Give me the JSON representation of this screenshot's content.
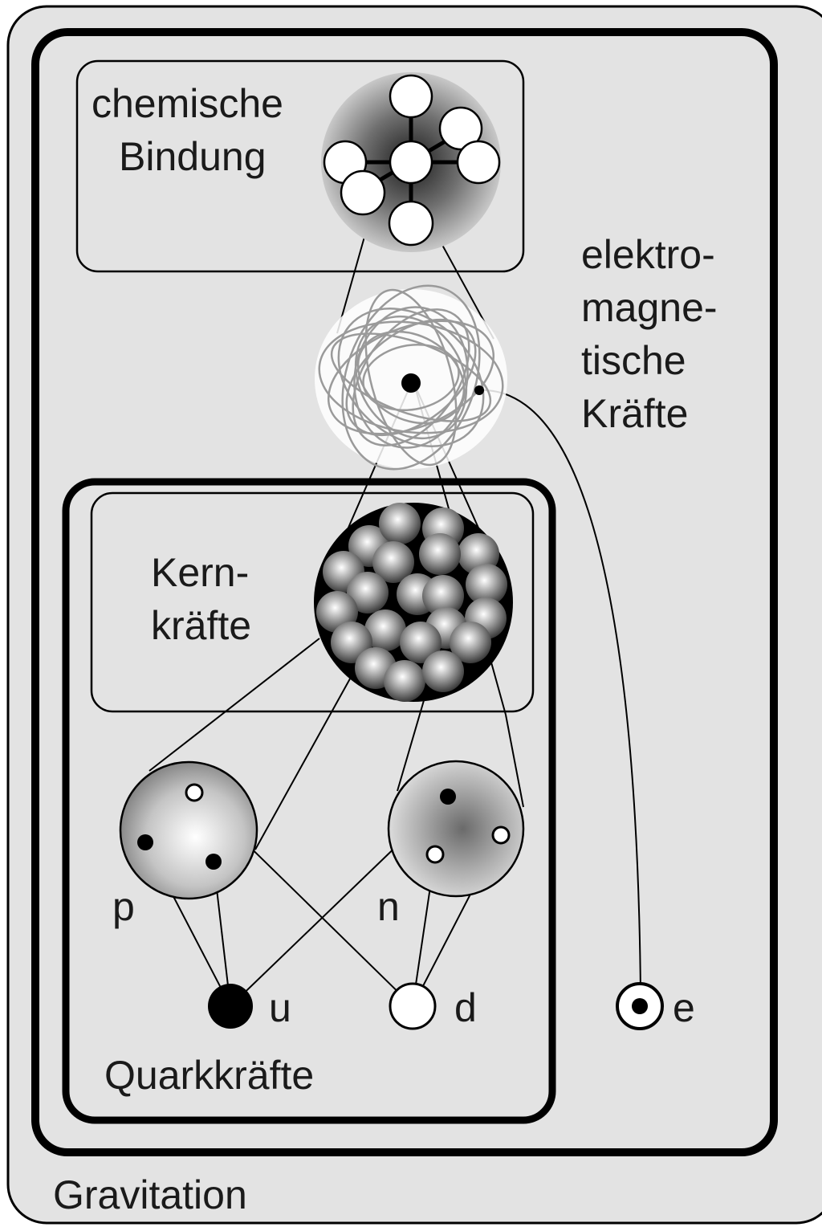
{
  "labels": {
    "gravitation": "Gravitation",
    "em_line1": "elektro-",
    "em_line2": "magne-",
    "em_line3": "tische",
    "em_line4": "Kräfte",
    "chem_line1": "chemische",
    "chem_line2": "Bindung",
    "kern_line1": "Kern-",
    "kern_line2": "kräfte",
    "quark": "Quarkkräfte",
    "proton": "p",
    "neutron": "n",
    "up_quark": "u",
    "down_quark": "d",
    "electron": "e"
  },
  "colors": {
    "background": "#e3e3e3",
    "stroke": "#000000",
    "orbit": "#9a9a9a",
    "text": "#1a1a1a"
  }
}
